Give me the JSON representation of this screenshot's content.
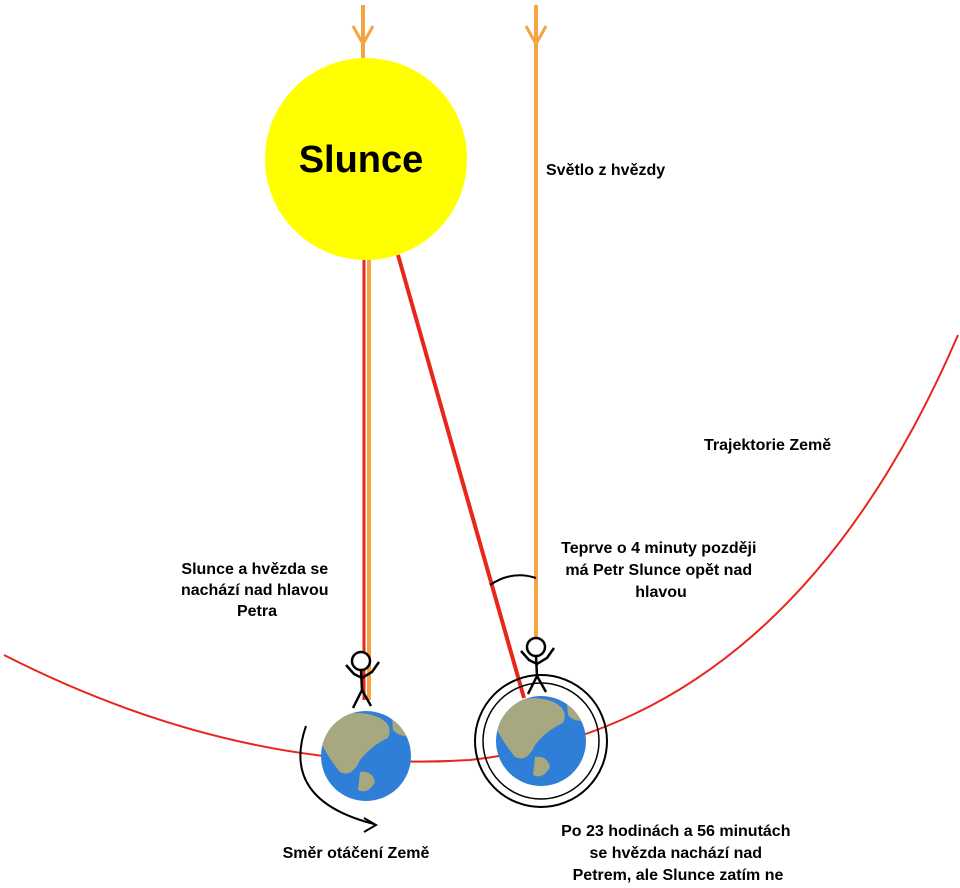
{
  "sun": {
    "label": "Slunce",
    "color": "#ffff00"
  },
  "labels": {
    "starlight": "Světlo z hvězdy",
    "trajectory": "Trajektorie Země",
    "both_overhead": [
      "Slunce a hvězda se",
      "nachází nad hlavou",
      "Petra"
    ],
    "four_minutes": [
      "Teprve o 4 minuty později",
      "má Petr Slunce opět nad",
      "hlavou"
    ],
    "rotation": "Směr otáčení Země",
    "after_sidereal": [
      "Po 23 hodinách a 56 minutách",
      "se hvězda nachází nad",
      "Petrem, ale Slunce zatím ne"
    ]
  },
  "colors": {
    "starlight": "#f5a442",
    "sunlight": "#e8261c",
    "orbit": "#e8261c",
    "ocean": "#2f7ed8",
    "land": "#a7a780"
  }
}
